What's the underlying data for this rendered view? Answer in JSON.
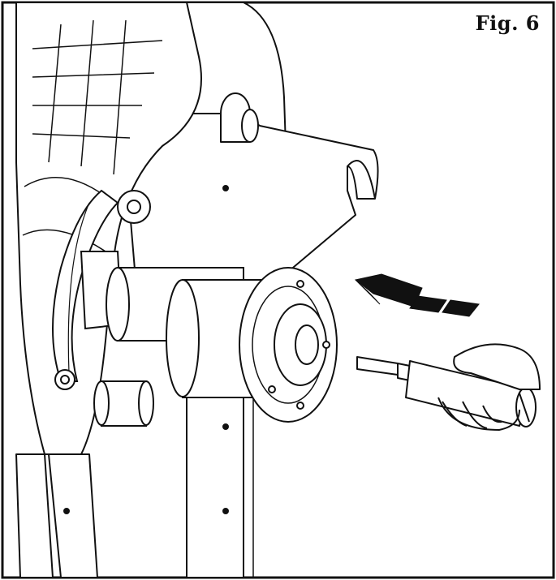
{
  "figure": {
    "label": "Fig. 6"
  },
  "colors": {
    "line": "#111111",
    "fill": "#ffffff",
    "shade": "#e8e8e8"
  },
  "icons": [
    "machine-frame-illustration",
    "shaft-illustration",
    "direction-arrow-icon",
    "hand-tool-illustration"
  ]
}
